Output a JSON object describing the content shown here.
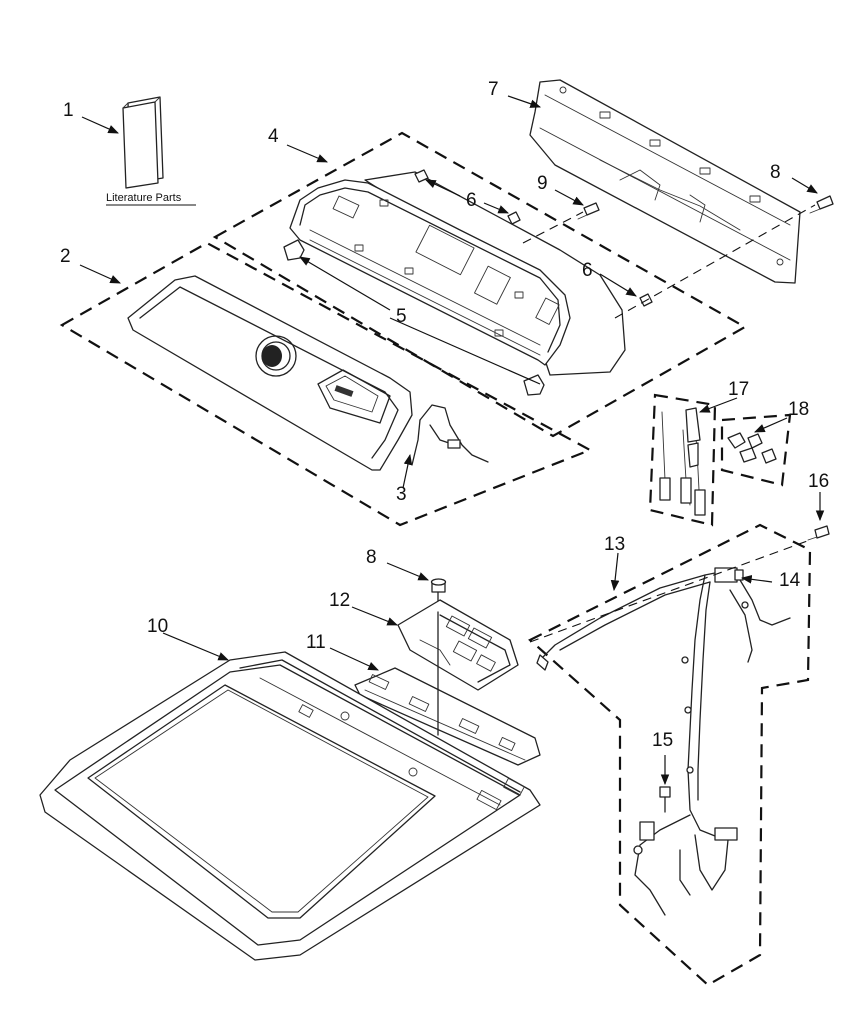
{
  "diagram": {
    "literature_label": "Literature Parts",
    "callouts": [
      {
        "id": "1",
        "text": "1"
      },
      {
        "id": "2",
        "text": "2"
      },
      {
        "id": "3",
        "text": "3"
      },
      {
        "id": "4",
        "text": "4"
      },
      {
        "id": "5",
        "text": "5"
      },
      {
        "id": "6a",
        "text": "6"
      },
      {
        "id": "6b",
        "text": "6"
      },
      {
        "id": "7",
        "text": "7"
      },
      {
        "id": "8a",
        "text": "8"
      },
      {
        "id": "8b",
        "text": "8"
      },
      {
        "id": "9",
        "text": "9"
      },
      {
        "id": "10",
        "text": "10"
      },
      {
        "id": "11",
        "text": "11"
      },
      {
        "id": "12",
        "text": "12"
      },
      {
        "id": "13",
        "text": "13"
      },
      {
        "id": "14",
        "text": "14"
      },
      {
        "id": "15",
        "text": "15"
      },
      {
        "id": "16",
        "text": "16"
      },
      {
        "id": "17",
        "text": "17"
      },
      {
        "id": "18",
        "text": "18"
      }
    ]
  }
}
